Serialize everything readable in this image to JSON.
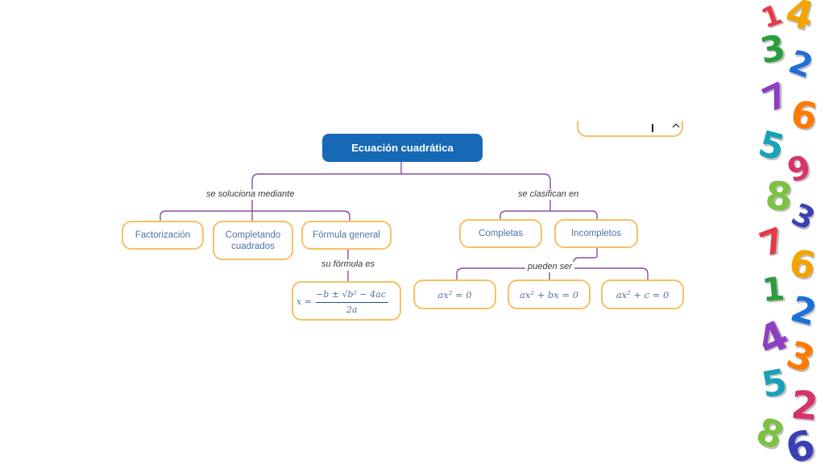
{
  "diagram": {
    "root": "Ecuación cuadrática",
    "left_branch": {
      "link": "se soluciona mediante",
      "children": [
        "Factorización",
        "Completando cuadrados",
        "Fórmula general"
      ],
      "formula_link": "su fórmula es",
      "formula": {
        "lhs": "x =",
        "numerator": "−b ± √b² − 4ac",
        "denominator": "2a"
      }
    },
    "right_branch": {
      "link": "se clasifican en",
      "children": [
        "Completas",
        "Incompletos"
      ],
      "sub_link": "pueden ser",
      "sub_children": [
        "ax² = 0",
        "ax² + bx = 0",
        "ax² + c = 0"
      ]
    }
  },
  "colors": {
    "root_fill": "#1769b6",
    "node_border": "#f6c163",
    "connector": "#8a4f9e",
    "node_text": "#4d74a6"
  },
  "decoration": {
    "digits": [
      "1",
      "4",
      "3",
      "2",
      "7",
      "6",
      "5",
      "9",
      "8",
      "3",
      "7",
      "6",
      "1",
      "2",
      "4",
      "3",
      "5",
      "2",
      "8",
      "6"
    ]
  }
}
